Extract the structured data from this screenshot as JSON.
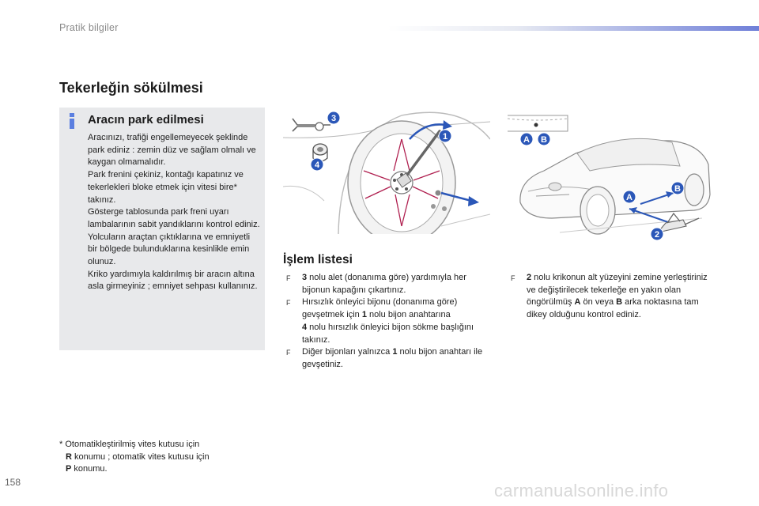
{
  "header": {
    "section": "Pratik bilgiler"
  },
  "title": "Tekerleğin sökülmesi",
  "info_box": {
    "heading": "Aracın park edilmesi",
    "paragraphs": [
      "Aracınızı, trafiği engellemeyecek şeklinde park ediniz : zemin düz ve sağlam olmalı ve kaygan olmamalıdır.",
      "Park frenini çekiniz, kontağı kapatınız ve tekerlekleri bloke etmek için vitesi bire* takınız.",
      "Gösterge tablosunda park freni uyarı lambalarının sabit yandıklarını kontrol ediniz.",
      "Yolcuların araçtan çıktıklarına ve emniyetli bir bölgede bulunduklarına kesinlikle emin olunuz.",
      "Kriko yardımıyla kaldırılmış bir aracın altına asla girmeyiniz ; emniyet sehpası kullanınız."
    ]
  },
  "footnote": {
    "line1": "* Otomatikleştirilmiş vites kutusu için",
    "line2_bold": "R",
    "line2_rest": " konumu ; otomatik vites kutusu için",
    "line3_bold": "P",
    "line3_rest": " konumu."
  },
  "figures": {
    "wheel_callouts": [
      "3",
      "1",
      "4"
    ],
    "car_callouts": [
      "A",
      "B",
      "A",
      "B",
      "2"
    ]
  },
  "operations": {
    "title": "İşlem listesi",
    "marker": "F",
    "left_items": [
      {
        "bold": "3",
        "text": " nolu alet (donanıma göre) yardımıyla her bijonun kapağını çıkartınız."
      },
      {
        "pre": "Hırsızlık önleyici bijonu (donanıma göre) gevşetmek için ",
        "bold": "1",
        "mid": " nolu bijon anahtarına ",
        "bold2": "4",
        "text": " nolu hırsızlık önleyici bijon sökme başlığını takınız."
      },
      {
        "pre": "Diğer bijonları yalnızca ",
        "bold": "1",
        "text": " nolu bijon anahtarı ile gevşetiniz."
      }
    ],
    "right_items": [
      {
        "bold": "2",
        "pre2": " nolu krikonun alt yüzeyini zemine yerleştiriniz ve değiştirilecek tekerleğe en yakın olan öngörülmüş ",
        "boldA": "A",
        "mid": " ön veya ",
        "boldB": "B",
        "text": " arka noktasına tam dikey olduğunu kontrol ediniz."
      }
    ]
  },
  "page_number": "158",
  "watermark": "carmanualsonline.info",
  "colors": {
    "accent": "#5b7fe0",
    "callout": "#2b57b8",
    "box_bg": "#e8e9eb"
  }
}
